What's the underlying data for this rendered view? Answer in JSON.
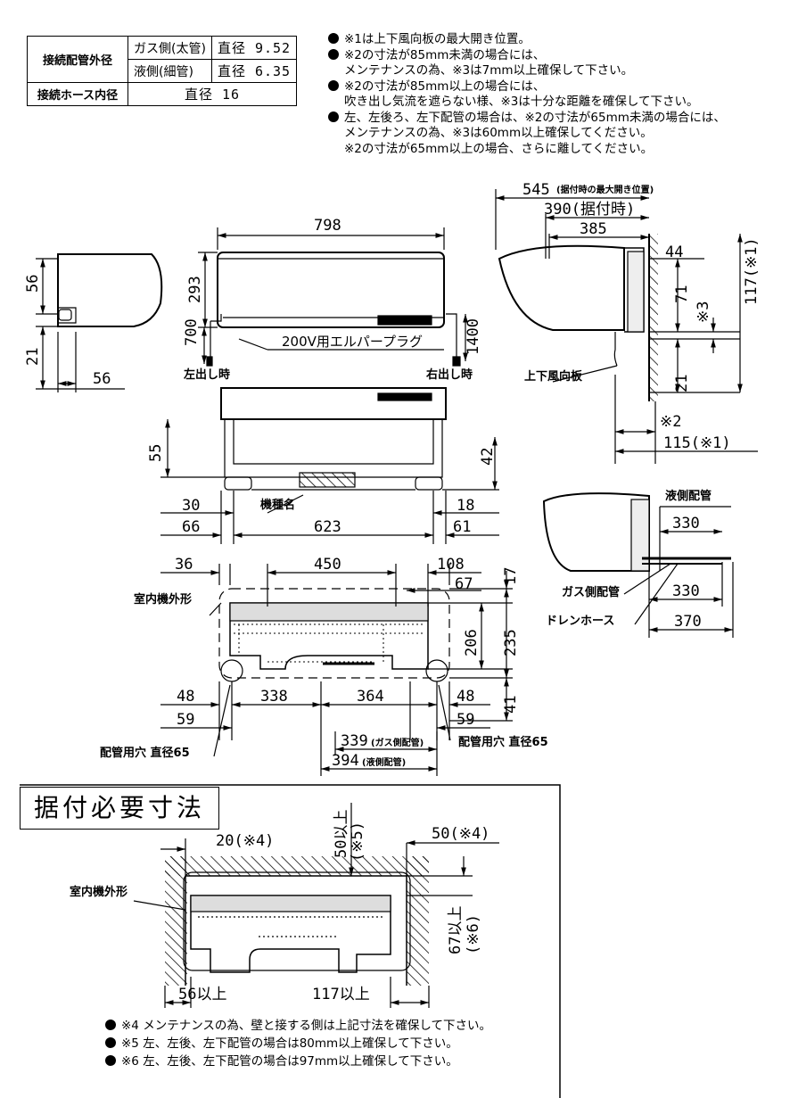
{
  "spec_table": {
    "connect_pipe_label": "接続配管外径",
    "gas_side_label": "ガス側(太管)",
    "gas_side_value": "直径 9.52",
    "liquid_side_label": "液側(細管)",
    "liquid_side_value": "直径 6.35",
    "hose_label": "接続ホース内径",
    "hose_value": "直径 16"
  },
  "notes": [
    "※1は上下風向板の最大開き位置。",
    "※2の寸法が85mm未満の場合には、",
    "メンテナンスの為、※3は7mm以上確保して下さい。",
    "※2の寸法が85mm以上の場合には、",
    "吹き出し気流を遮らない様、※3は十分な距離を確保して下さい。",
    "左、左後ろ、左下配管の場合は、※2の寸法が65mm未満の場合には、",
    "メンテナンスの為、※3は60mm以上確保してください。",
    "※2の寸法が65mm以上の場合、さらに離してください。"
  ],
  "dims": {
    "d545": "545",
    "d545_note": "(据付時の最大開き位置)",
    "d390": "390(据付時)",
    "d385": "385",
    "d44": "44",
    "d117_1": "117(※1)",
    "d71": "71",
    "d3": "※3",
    "d21r": "21",
    "d2": "※2",
    "d115": "115(※1)",
    "d798": "798",
    "d293": "293",
    "d700": "700",
    "d1400": "1400",
    "d56a": "56",
    "d21": "21",
    "d56b": "56",
    "d55": "55",
    "d42": "42",
    "d30": "30",
    "d66": "66",
    "d623": "623",
    "d18": "18",
    "d61": "61",
    "d36": "36",
    "d450": "450",
    "d108": "108",
    "d17": "17",
    "d67": "67",
    "d206": "206",
    "d235": "235",
    "d48a": "48",
    "d338": "338",
    "d364": "364",
    "d48b": "48",
    "d41": "41",
    "d59a": "59",
    "d59b": "59",
    "d339": "339",
    "d339_note": "(ガス側配管)",
    "d394": "394",
    "d394_note": "(液側配管)",
    "d330a": "330",
    "d330b": "330",
    "d370": "370",
    "r20": "20(※4)",
    "r50top": "50以上",
    "r50top2": "(※5)",
    "r50": "50(※4)",
    "r67": "67以上",
    "r67b": "(※6)",
    "r56": "56以上",
    "r117": "117以上"
  },
  "labels": {
    "plug": "200V用エルパープラグ",
    "left_out": "左出し時",
    "right_out": "右出し時",
    "louver": "上下風向板",
    "nameplate": "機種名",
    "outline": "室内機外形",
    "hole_left": "配管用穴 直径65",
    "hole_right": "配管用穴 直径65",
    "liquid_pipe": "液側配管",
    "gas_pipe": "ガス側配管",
    "drain": "ドレンホース",
    "outline2": "室内機外形"
  },
  "req_title": "据付必要寸法",
  "bottom_notes": [
    "※4 メンテナンスの為、壁と接する側は上記寸法を確保して下さい。",
    "※5 左、左後、左下配管の場合は80mm以上確保して下さい。",
    "※6 左、左後、左下配管の場合は97mm以上確保して下さい。"
  ]
}
